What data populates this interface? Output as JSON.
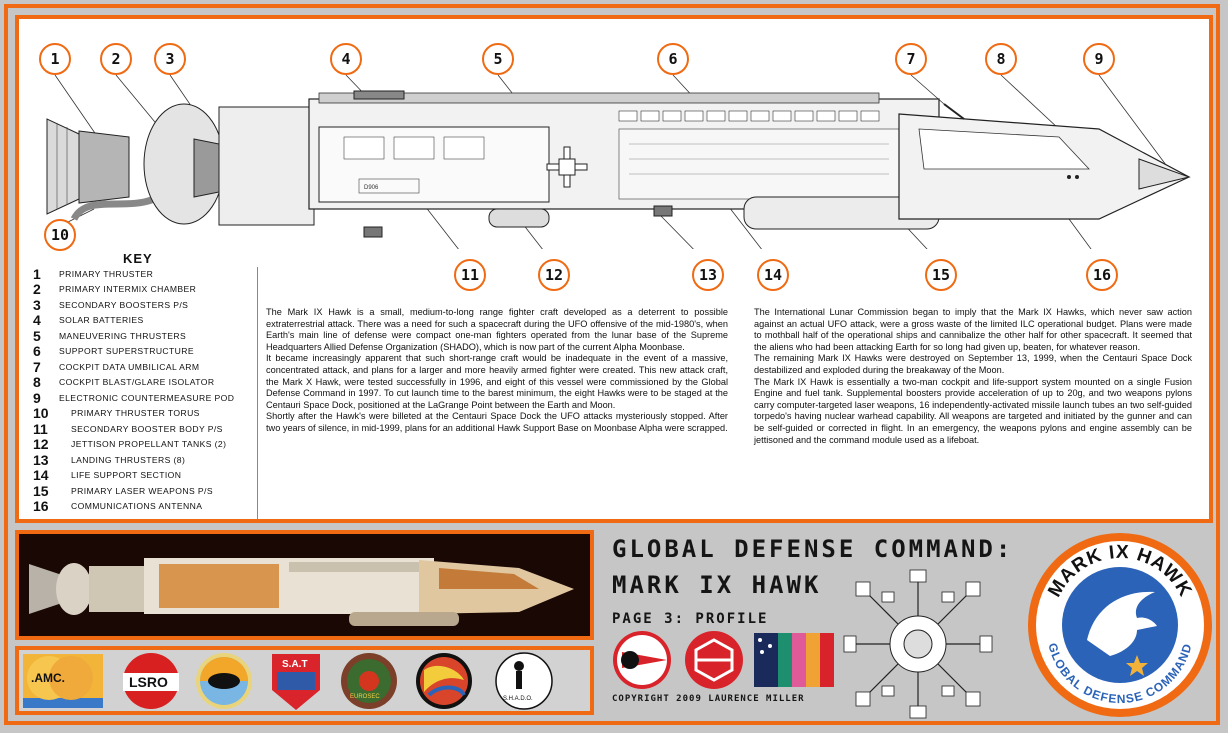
{
  "callouts": [
    {
      "n": "1"
    },
    {
      "n": "2"
    },
    {
      "n": "3"
    },
    {
      "n": "4"
    },
    {
      "n": "5"
    },
    {
      "n": "6"
    },
    {
      "n": "7"
    },
    {
      "n": "8"
    },
    {
      "n": "9"
    },
    {
      "n": "10"
    },
    {
      "n": "11"
    },
    {
      "n": "12"
    },
    {
      "n": "13"
    },
    {
      "n": "14"
    },
    {
      "n": "15"
    },
    {
      "n": "16"
    }
  ],
  "key": {
    "title": "KEY",
    "items": [
      {
        "num": "1",
        "label": "PRIMARY THRUSTER"
      },
      {
        "num": "2",
        "label": "PRIMARY INTERMIX CHAMBER"
      },
      {
        "num": "3",
        "label": "SECONDARY BOOSTERS P/S"
      },
      {
        "num": "4",
        "label": "SOLAR BATTERIES"
      },
      {
        "num": "5",
        "label": "MANEUVERING THRUSTERS"
      },
      {
        "num": "6",
        "label": "SUPPORT SUPERSTRUCTURE"
      },
      {
        "num": "7",
        "label": "COCKPIT DATA UMBILICAL ARM"
      },
      {
        "num": "8",
        "label": "COCKPIT BLAST/GLARE ISOLATOR"
      },
      {
        "num": "9",
        "label": "ELECTRONIC COUNTERMEASURE POD"
      },
      {
        "num": "10",
        "label": "PRIMARY THRUSTER TORUS"
      },
      {
        "num": "11",
        "label": "SECONDARY BOOSTER BODY P/S"
      },
      {
        "num": "12",
        "label": "JETTISON PROPELLANT TANKS (2)"
      },
      {
        "num": "13",
        "label": "LANDING THRUSTERS (8)"
      },
      {
        "num": "14",
        "label": "LIFE SUPPORT SECTION"
      },
      {
        "num": "15",
        "label": "PRIMARY LASER WEAPONS P/S"
      },
      {
        "num": "16",
        "label": "COMMUNICATIONS ANTENNA"
      }
    ]
  },
  "text_left": [
    "The Mark IX Hawk is a small, medium-to-long range fighter craft developed as a deterrent to possible extraterrestrial attack. There was a need for such a spacecraft during the UFO offensive of the mid-1980's, when Earth's main line of defense were compact one-man fighters operated from the lunar base of the Supreme Headquarters Allied Defense Organization (SHADO), which is now part of the current Alpha Moonbase.",
    "It became increasingly apparent that such short-range craft would be inadequate in the event of a massive, concentrated attack, and plans for a larger and more heavily armed fighter were created. This new attack craft, the Mark X Hawk, were tested successfully in 1996, and eight of this vessel were commissioned by the Global Defense Command in 1997. To cut launch time to the barest minimum, the eight Hawks were to be staged at the Centauri Space Dock, positioned at the LaGrange Point between the Earth and Moon.",
    "Shortly after the Hawk's were billeted at the Centauri Space Dock the UFO attacks mysteriously stopped. After two years of silence, in mid-1999, plans for an additional Hawk Support Base on Moonbase Alpha were scrapped."
  ],
  "text_right": [
    "The International Lunar Commission began to imply that the Mark IX Hawks, which never saw action against an actual UFO attack, were a gross waste of the limited ILC operational budget. Plans were made to mothball half of the operational ships and cannibalize the other half for other spacecraft. It seemed that the aliens who had been attacking Earth for so long had given up, beaten, for whatever reason.",
    "The remaining Mark IX Hawks were destroyed on September 13, 1999, when the Centauri Space Dock destabilized and exploded during the breakaway of the Moon.",
    "The Mark IX Hawk is essentially a two-man cockpit and life-support system mounted on a single Fusion Engine and fuel tank. Supplemental boosters provide acceleration of up to 20g, and two weapons pylons carry computer-targeted laser weapons, 16 independently-activated missile launch tubes an two self-guided torpedo's having nuclear warhead capability. All weapons are targeted and initiated by the gunner and can be self-guided or corrected in flight. In an emergency, the weapons pylons and engine assembly can be jettisoned and the command module used as a lifeboat."
  ],
  "header": {
    "title_line1": "GLOBAL DEFENSE COMMAND:",
    "title_line2": "MARK IX HAWK",
    "page_line": "PAGE 3: PROFILE",
    "copyright": "COPYRIGHT 2009 LAURENCE MILLER"
  },
  "hull_marking": "D906",
  "patches": {
    "amc": ".AMC.",
    "lsro": "LSRO",
    "sat": "S.A.T",
    "eurosec": "EUROSEC",
    "shado": "S.H.A.D.O."
  },
  "emblem": {
    "top_text": "MARK IX HAWK",
    "bottom_text": "GLOBAL DEFENSE COMMAND"
  },
  "colors": {
    "accent_orange": "#ef6a12",
    "panel_gray": "#c6c6c6",
    "emblem_blue": "#2b63b8"
  }
}
